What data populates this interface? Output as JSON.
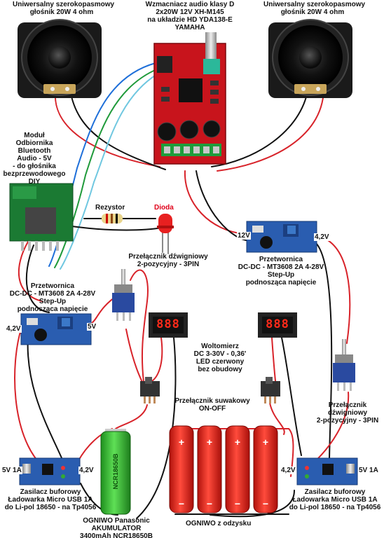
{
  "labels": {
    "speaker_left": [
      "Uniwersalny szerokopasmowy",
      "głośnik 20W 4 ohm"
    ],
    "speaker_right": [
      "Uniwersalny szerokopasmowy",
      "głośnik 20W 4 ohm"
    ],
    "amplifier": [
      "Wzmacniacz audio klasy D",
      "2x20W 12V XH-M145",
      "na układzie HD YDA138-E",
      "YAMAHA"
    ],
    "bt_module": [
      "Moduł",
      "Odbiornika",
      "Bluetooth",
      "Audio - 5V",
      "- do głośnika",
      "bezprzewodowego",
      "DIY"
    ],
    "resistor": "Rezystor",
    "diode": "Dioda",
    "toggle_top": [
      "Przełącznik dźwigniowy",
      "2-pozycyjny - 3PIN"
    ],
    "boost_right": [
      "Przetwornica",
      "DC-DC - MT3608 2A 4-28V",
      "Step-Up",
      "podnosząca napięcie"
    ],
    "boost_left": [
      "Przetwornica",
      "DC-DC - MT3608 2A 4-28V",
      "Step-Up",
      "podnosząca napięcie"
    ],
    "voltmeter": [
      "Woltomierz",
      "DC 3-30V - 0,36'",
      "LED czerwony",
      "bez obudowy"
    ],
    "slide_switch": [
      "Przełącznik suwakowy",
      "ON-OFF"
    ],
    "toggle_right": [
      "Przełącznik",
      "dźwigniowy",
      "2-pozycyjny - 3PIN"
    ],
    "charger_left": [
      "Zasilacz buforowy",
      "Ładowarka Micro USB 1A",
      "do Li-pol 18650 - na Tp4056"
    ],
    "charger_right": [
      "Zasilacz buforowy",
      "Ładowarka Micro USB 1A",
      "do Li-pol 18650 - na Tp4056"
    ],
    "cell_panasonic": [
      "OGNIWO Panasonic",
      "AKUMULATOR",
      "3400mAh NCR18650B"
    ],
    "cells_recycled": "OGNIWO z odzysku"
  },
  "voltages": {
    "boost_right_in": "12V",
    "boost_right_out": "4,2V",
    "boost_left_in": "4,2V",
    "boost_left_out": "5V",
    "charger_left_in": "5V 1A",
    "charger_left_out": "4,2V",
    "charger_right_in": "5V 1A",
    "charger_right_out": "4,2V"
  },
  "voltmeter_display": "888",
  "cell_text": "NCR18650B",
  "colors": {
    "wire_red": "#d8232a",
    "wire_black": "#111111",
    "wire_blue": "#1e6fd9",
    "wire_green": "#1f9a3a",
    "wire_cyan": "#6fc7e0",
    "board_blue": "#2a5db0",
    "amp_red": "#c8141c",
    "cell_green": "#3fbf3a",
    "cell_red": "#e8261c"
  }
}
